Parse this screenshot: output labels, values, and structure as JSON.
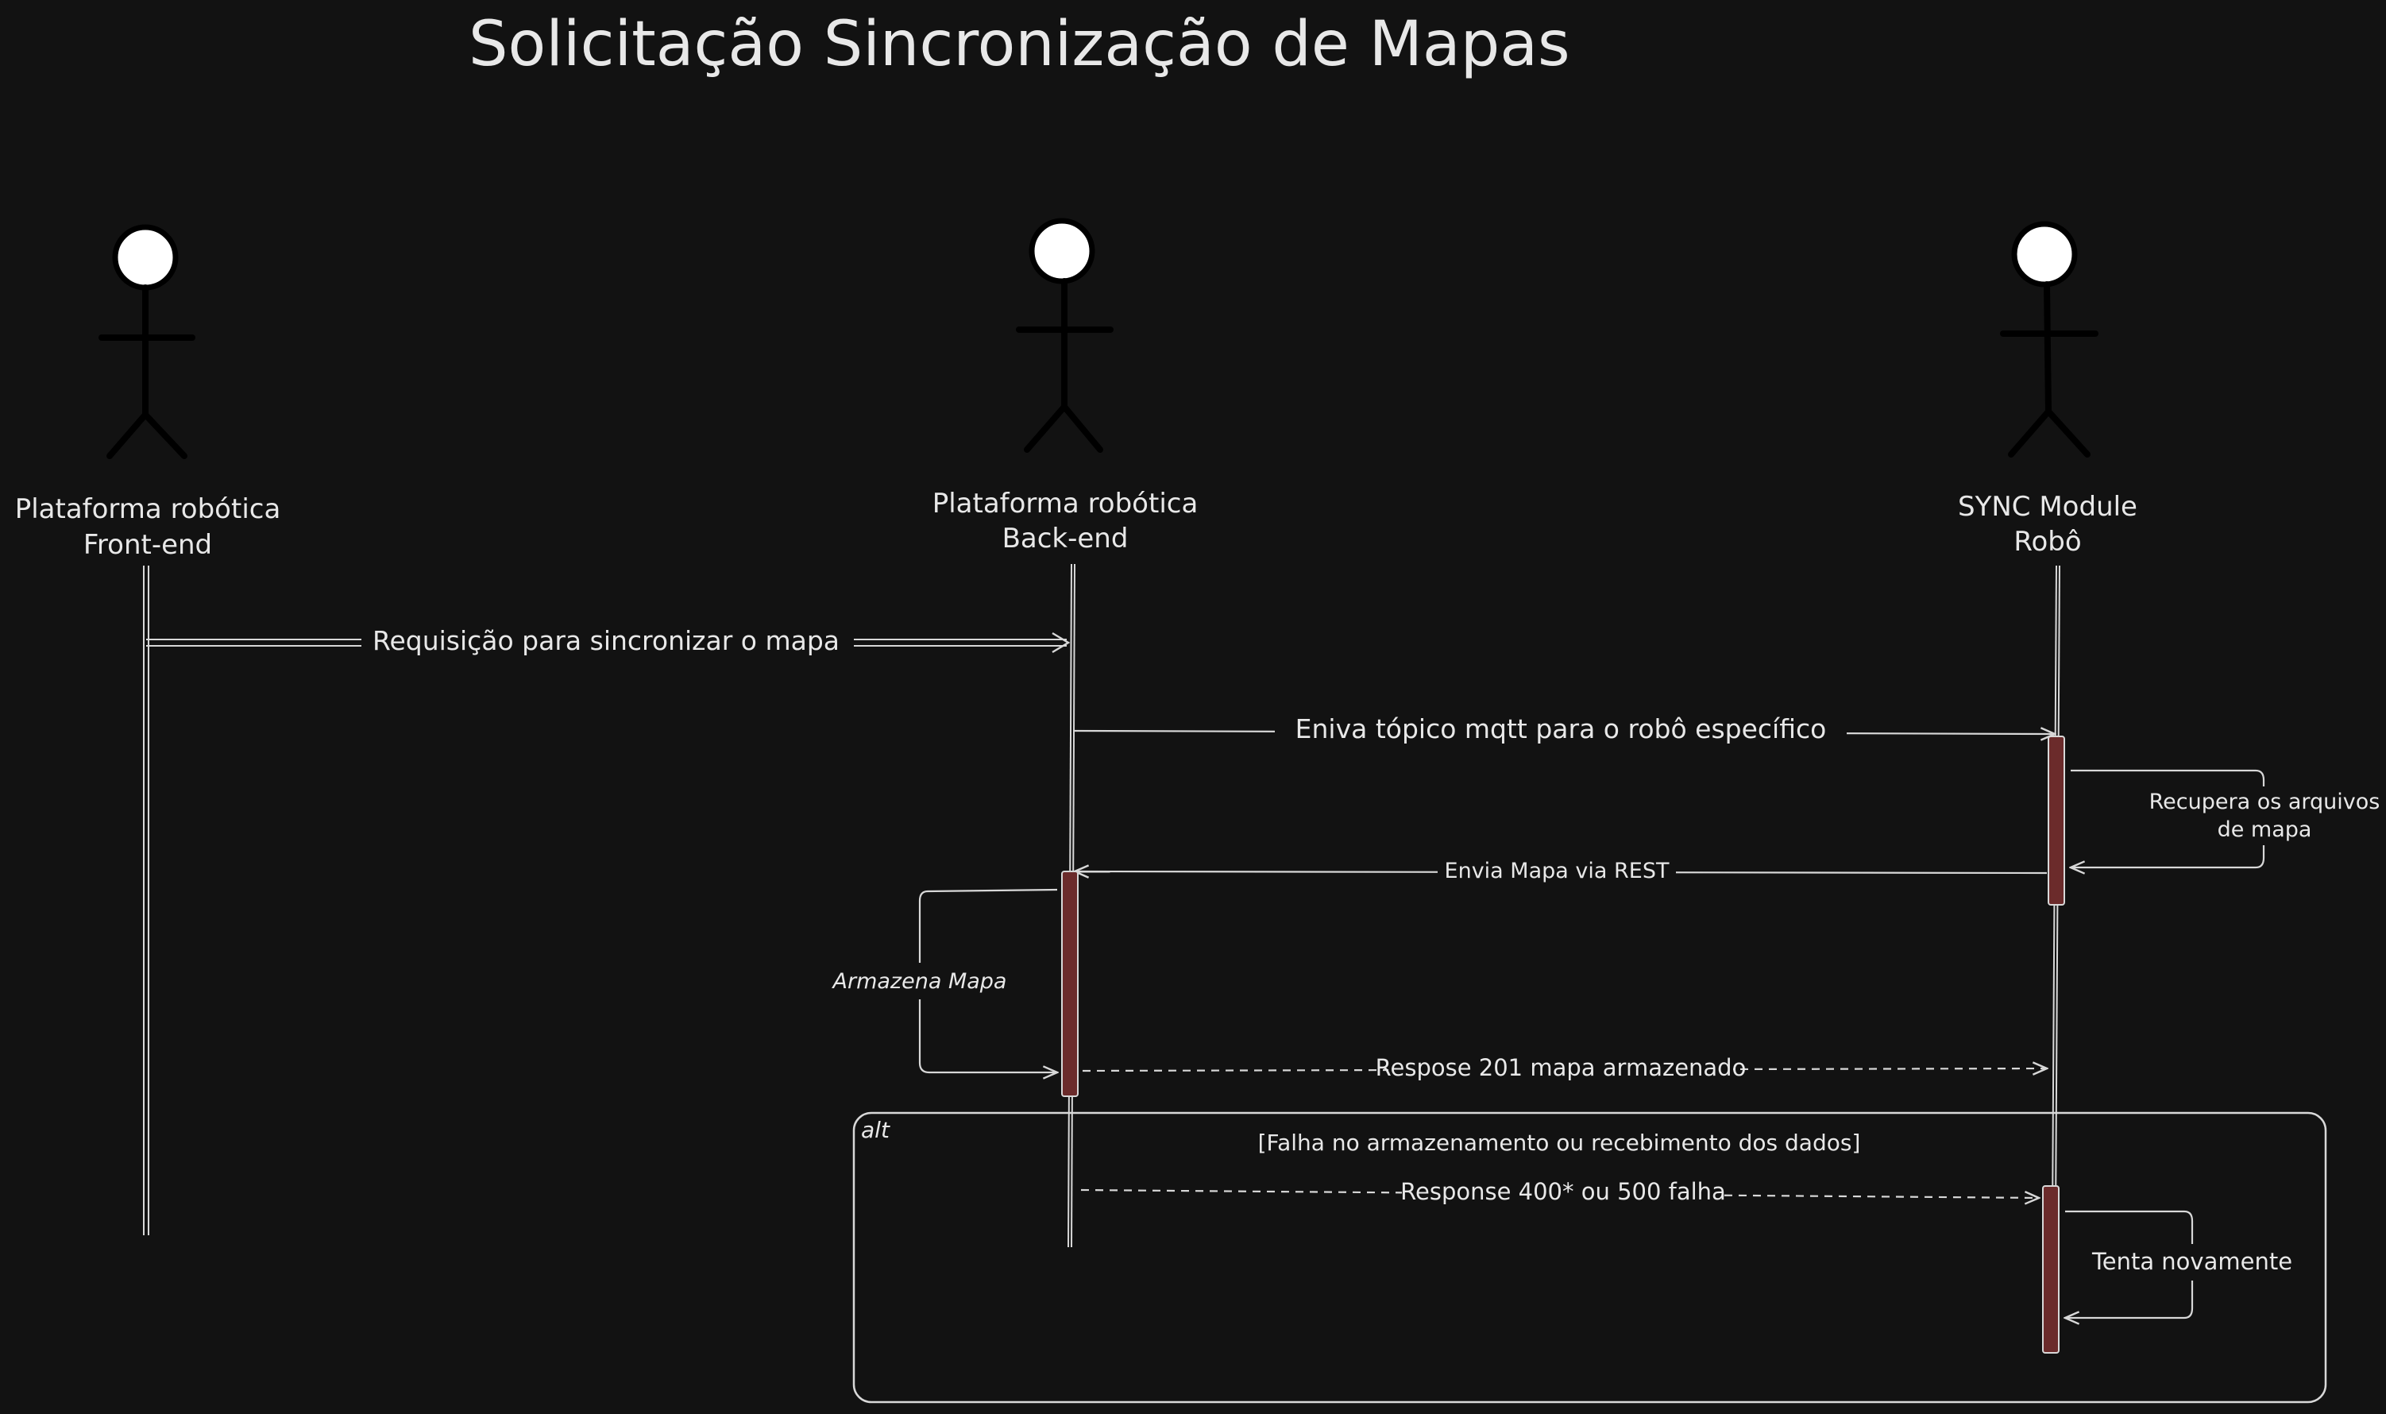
{
  "title": "Solicitação Sincronização de Mapas",
  "actors": [
    {
      "id": "frontend",
      "line1": "Plataforma robótica",
      "line2": "Front-end"
    },
    {
      "id": "backend",
      "line1": "Plataforma robótica",
      "line2": "Back-end"
    },
    {
      "id": "sync",
      "line1": "SYNC Module",
      "line2": "Robô"
    }
  ],
  "messages": [
    {
      "id": "m1",
      "label": "Requisição para sincronizar o mapa"
    },
    {
      "id": "m2",
      "label": "Eniva tópico mqtt para o robô específico"
    },
    {
      "id": "m3",
      "label": "Envia Mapa via REST"
    },
    {
      "id": "m4",
      "label": "Respose 201 mapa armazenado"
    },
    {
      "id": "m5",
      "label": "Response 400* ou 500 falha"
    }
  ],
  "self_messages": [
    {
      "id": "s1",
      "line1": "Recupera os arquivos",
      "line2": "de mapa"
    },
    {
      "id": "s2",
      "line1": "Armazena Mapa"
    },
    {
      "id": "s3",
      "line1": "Tenta novamente"
    }
  ],
  "fragment": {
    "operator": "alt",
    "guard": "[Falha no armazenamento ou recebimento dos dados]"
  },
  "colors": {
    "background": "#121212",
    "stroke": "#d8d8d8",
    "text": "#e8e8e8",
    "activation": "#6b2b2b",
    "actor_head": "#ffffff",
    "actor_body": "#000000"
  }
}
